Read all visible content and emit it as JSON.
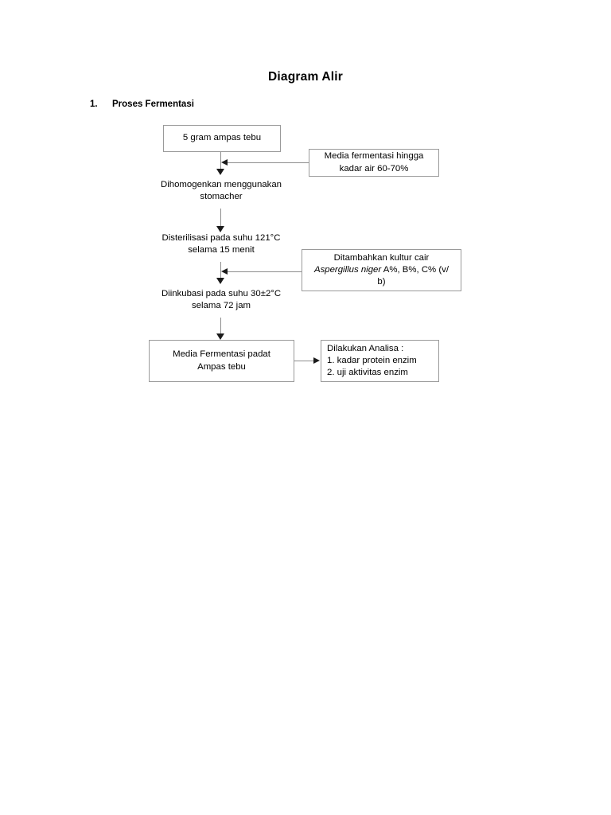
{
  "document": {
    "title": "Diagram Alir",
    "section": {
      "number": "1.",
      "heading": "Proses Fermentasi"
    }
  },
  "flowchart": {
    "type": "flowchart",
    "orientation": "top-to-bottom",
    "nodes": [
      {
        "id": "n1",
        "kind": "box",
        "label": "5 gram ampas tebu"
      },
      {
        "id": "n2",
        "kind": "side-input-box",
        "label_line1": "Media fermentasi hingga",
        "label_line2": "kadar air 60-70%"
      },
      {
        "id": "n3",
        "kind": "plain-text",
        "label_line1": "Dihomogenkan menggunakan",
        "label_line2": "stomacher"
      },
      {
        "id": "n4",
        "kind": "plain-text",
        "label_line1": "Disterilisasi pada suhu 121°C",
        "label_line2": "selama 15 menit"
      },
      {
        "id": "n5",
        "kind": "side-input-box",
        "label_line1": "Ditambahkan kultur cair",
        "label_line2_italic": "Aspergillus niger",
        "label_line2_rest": " A%, B%, C% (v/",
        "label_line3": "b)"
      },
      {
        "id": "n6",
        "kind": "plain-text",
        "label_line1": "Diinkubasi pada suhu 30±2°C",
        "label_line2": "selama 72 jam"
      },
      {
        "id": "n7",
        "kind": "box",
        "label_line1": "Media Fermentasi padat",
        "label_line2": "Ampas tebu"
      },
      {
        "id": "n8",
        "kind": "box",
        "label_line1": "Dilakukan Analisa :",
        "label_line2": "1. kadar protein enzim",
        "label_line3": "2. uji aktivitas enzim"
      }
    ],
    "edges": [
      {
        "from": "n1",
        "to": "n3",
        "marker": "arrow-down"
      },
      {
        "from": "n2",
        "to": "n1-n3-junction",
        "marker": "arrow-left"
      },
      {
        "from": "n3",
        "to": "n4",
        "marker": "arrow-down"
      },
      {
        "from": "n4",
        "to": "n6",
        "marker": "arrow-down"
      },
      {
        "from": "n5",
        "to": "n4-n6-junction",
        "marker": "arrow-left"
      },
      {
        "from": "n6",
        "to": "n7",
        "marker": "arrow-down"
      },
      {
        "from": "n7",
        "to": "n8",
        "marker": "arrow-right"
      }
    ],
    "colors": {
      "box_border": "#9a9a9a",
      "connector": "#8d8d8d",
      "arrowhead": "#1b1b1b",
      "text": "#000000",
      "page_background": "#ffffff"
    }
  }
}
